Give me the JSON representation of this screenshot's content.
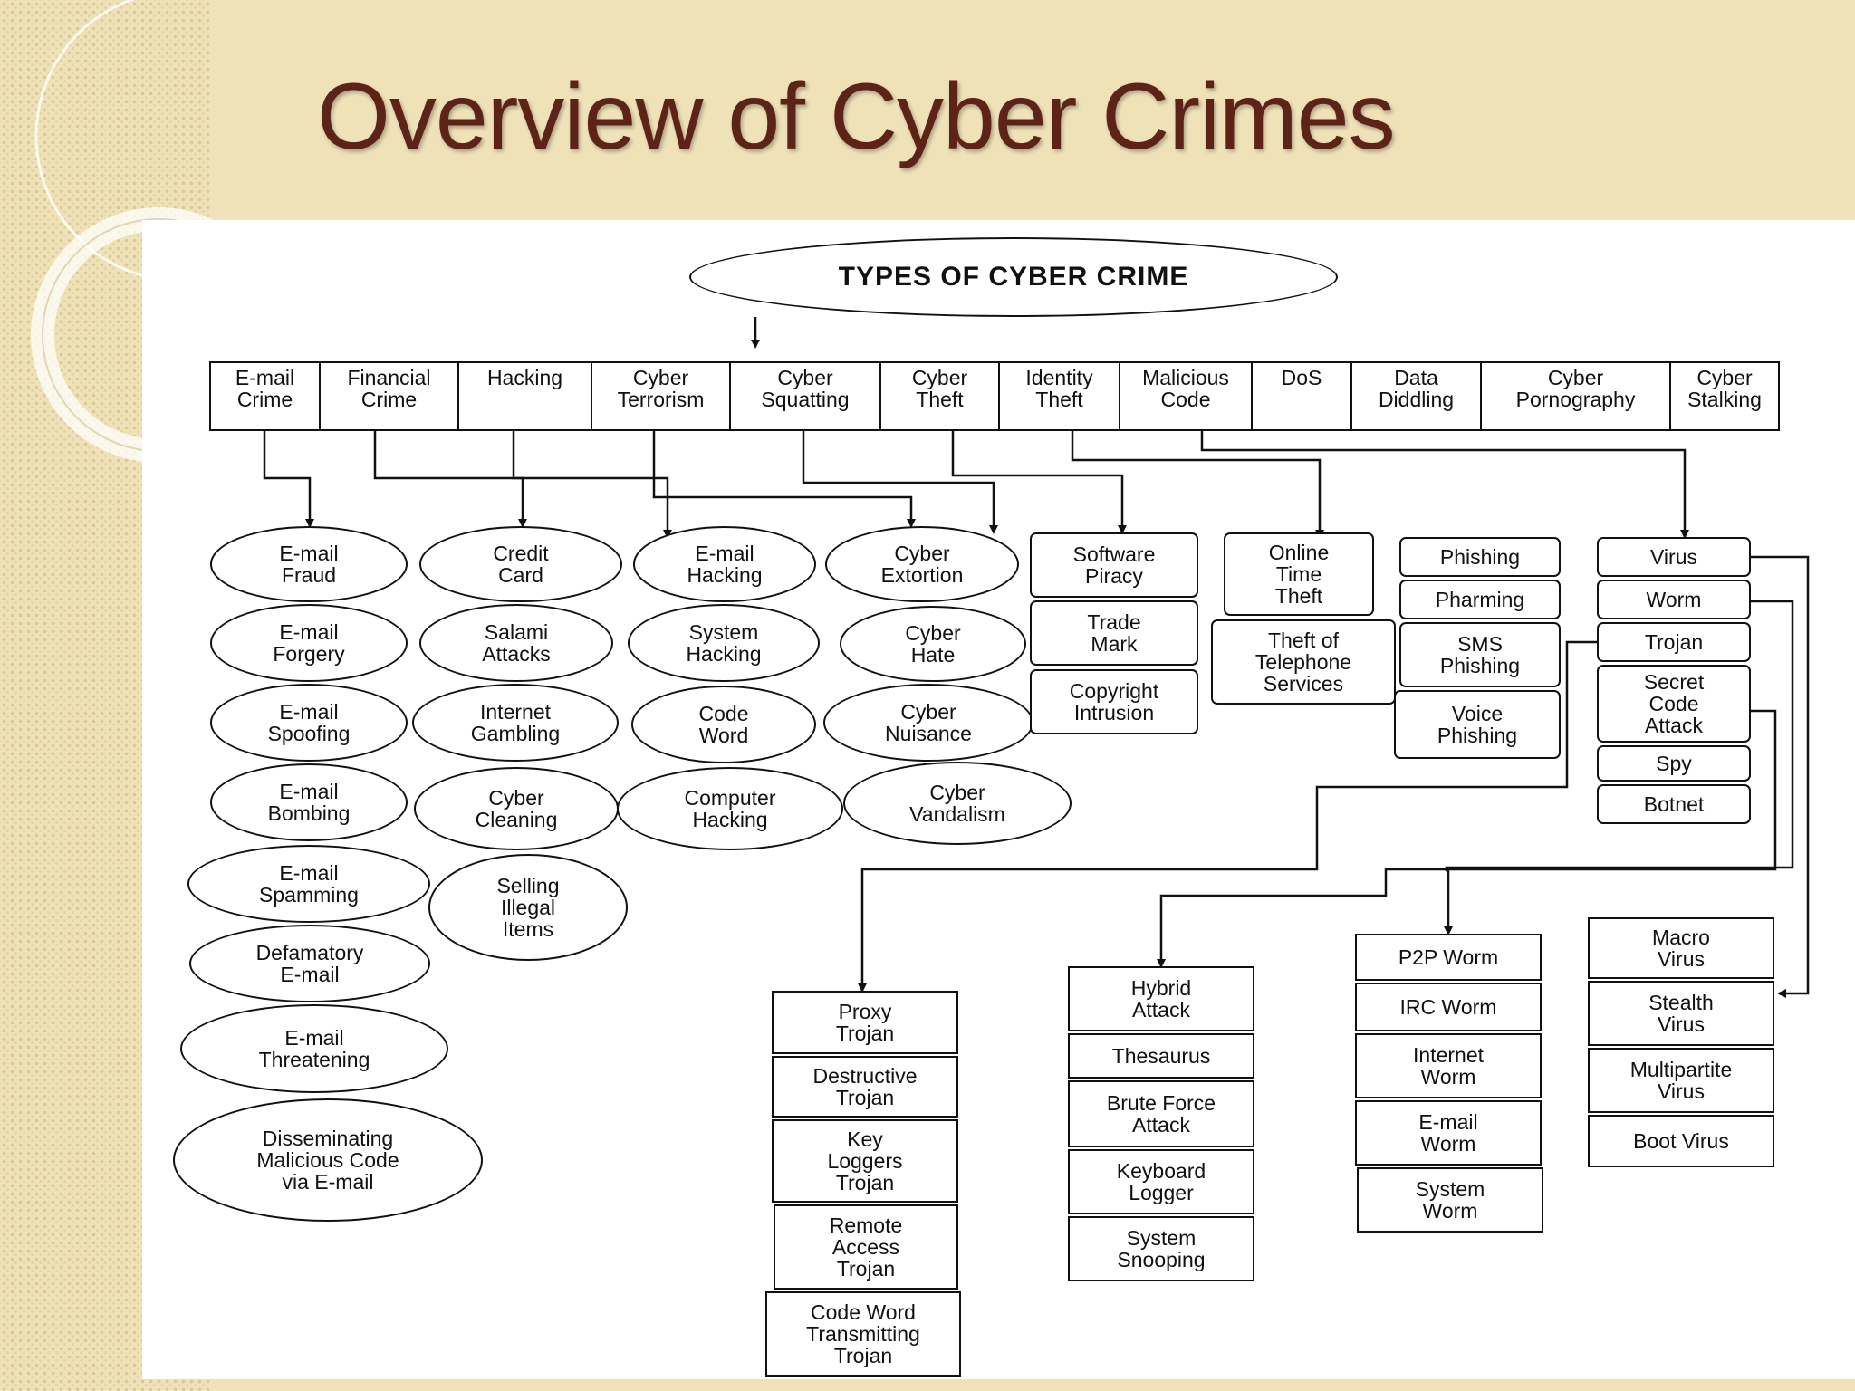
{
  "slide": {
    "title": "Overview of Cyber Crimes"
  },
  "diagram": {
    "root": "TYPES OF CYBER CRIME",
    "categories": [
      "E-mail\nCrime",
      "Financial\nCrime",
      "Hacking",
      "Cyber\nTerrorism",
      "Cyber\nSquatting",
      "Cyber\nTheft",
      "Identity\nTheft",
      "Malicious\nCode",
      "DoS",
      "Data\nDiddling",
      "Cyber\nPornography",
      "Cyber\nStalking"
    ],
    "email_crime": [
      "E-mail\nFraud",
      "E-mail\nForgery",
      "E-mail\nSpoofing",
      "E-mail\nBombing",
      "E-mail\nSpamming",
      "Defamatory\nE-mail",
      "E-mail\nThreatening",
      "Disseminating\nMalicious Code\nvia E-mail"
    ],
    "financial_crime": [
      "Credit\nCard",
      "Salami\nAttacks",
      "Internet\nGambling",
      "Cyber\nCleaning",
      "Selling\nIllegal\nItems"
    ],
    "hacking": [
      "E-mail\nHacking",
      "System\nHacking",
      "Code\nWord",
      "Computer\nHacking"
    ],
    "cyber_terrorism": [
      "Cyber\nExtortion",
      "Cyber\nHate",
      "Cyber\nNuisance",
      "Cyber\nVandalism"
    ],
    "cyber_theft": [
      "Software\nPiracy",
      "Trade\nMark",
      "Copyright\nIntrusion"
    ],
    "identity_theft": [
      "Online\nTime\nTheft",
      "Theft of\nTelephone\nServices"
    ],
    "phishing": [
      "Phishing",
      "Pharming",
      "SMS\nPhishing",
      "Voice\nPhishing"
    ],
    "malicious_code": [
      "Virus",
      "Worm",
      "Trojan",
      "Secret\nCode\nAttack",
      "Spy",
      "Botnet"
    ],
    "trojan_types": [
      "Proxy\nTrojan",
      "Destructive\nTrojan",
      "Key\nLoggers\nTrojan",
      "Remote\nAccess\nTrojan",
      "Code Word\nTransmitting\nTrojan"
    ],
    "secret_code_attacks": [
      "Hybrid\nAttack",
      "Thesaurus",
      "Brute Force\nAttack",
      "Keyboard\nLogger",
      "System\nSnooping"
    ],
    "worm_types": [
      "P2P Worm",
      "IRC Worm",
      "Internet\nWorm",
      "E-mail\nWorm",
      "System\nWorm"
    ],
    "virus_types": [
      "Macro\nVirus",
      "Stealth\nVirus",
      "Multipartite\nVirus",
      "Boot Virus"
    ]
  }
}
